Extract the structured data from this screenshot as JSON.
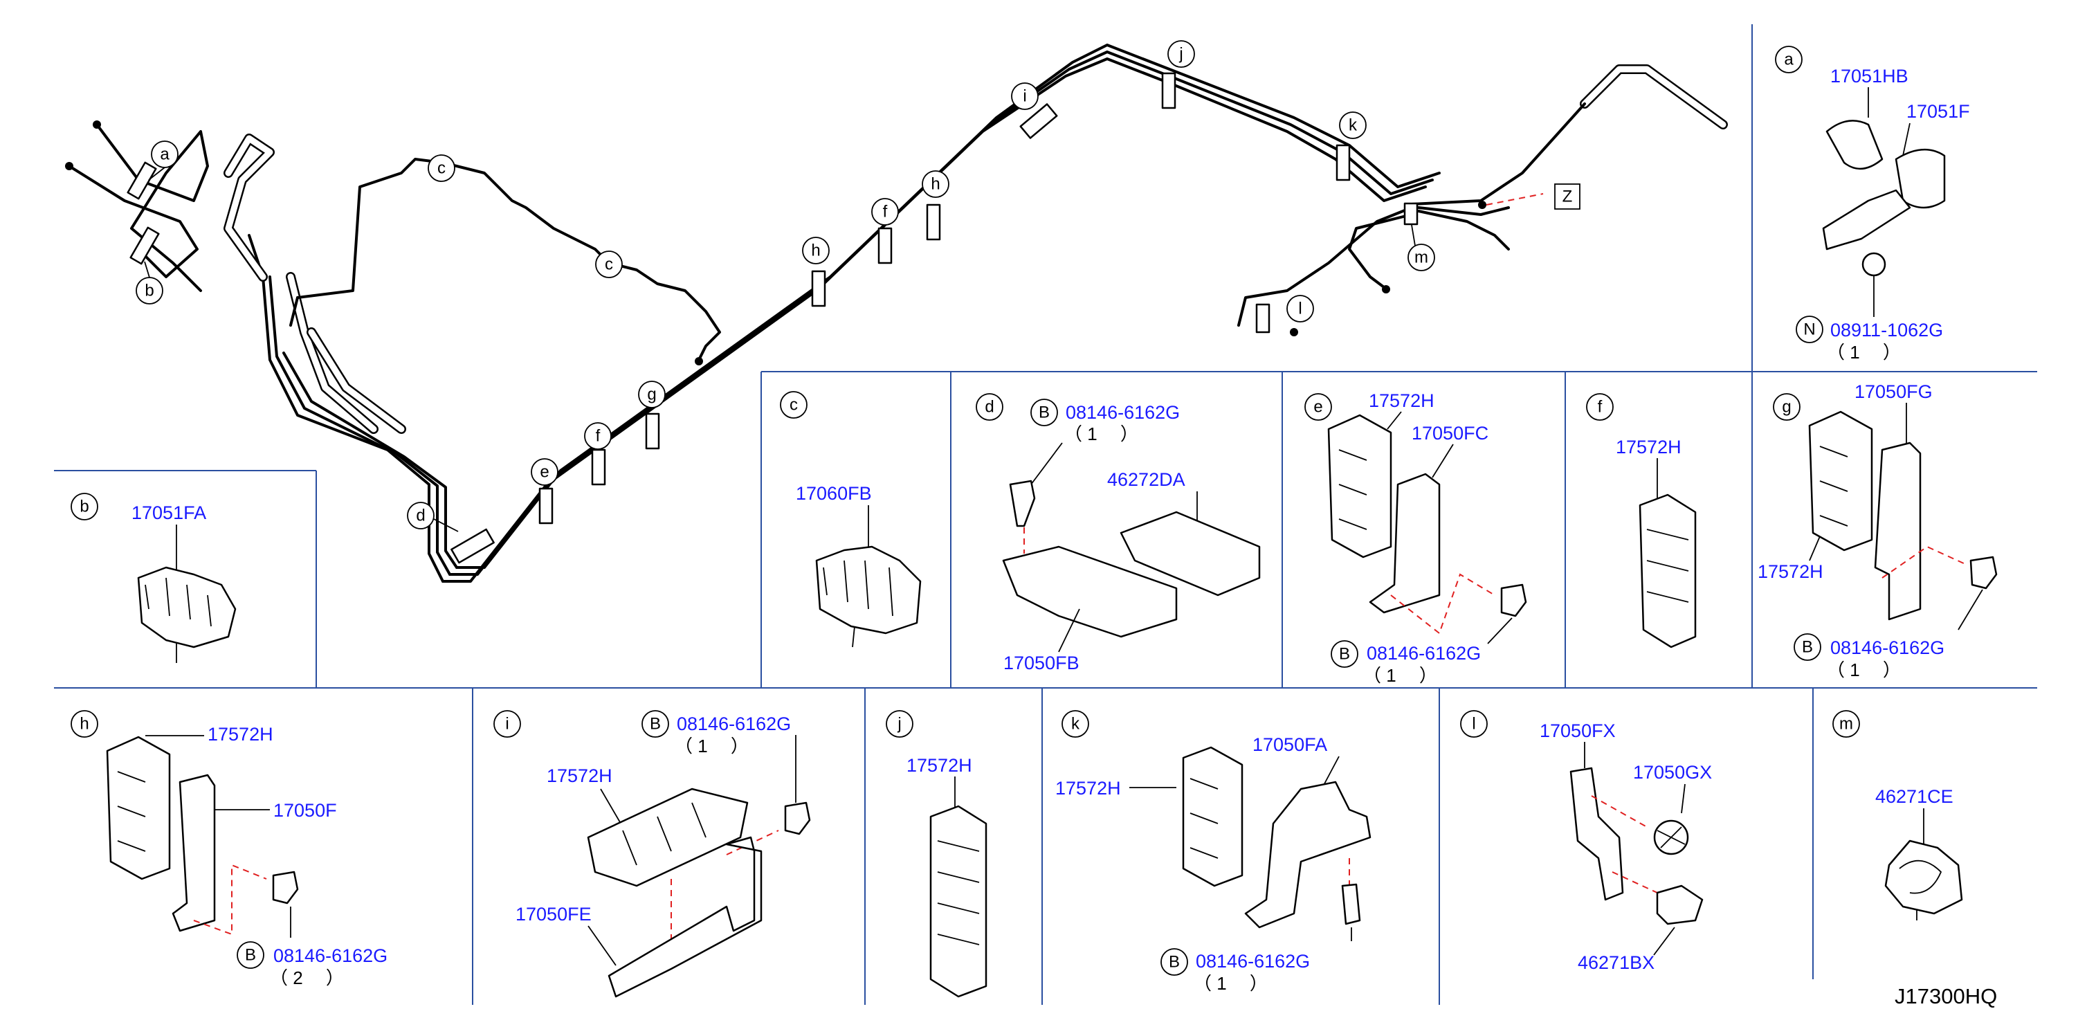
{
  "letters": [
    "a",
    "b",
    "c",
    "d",
    "e",
    "f",
    "g",
    "h",
    "i",
    "j",
    "k",
    "l",
    "m"
  ],
  "overview": {
    "z_label": "Z"
  },
  "panels": {
    "a": {
      "parts": [
        "17051HB",
        "17051F",
        "08911-1062G"
      ],
      "qty": "（ 1 　）",
      "prefix": "N"
    },
    "b": {
      "parts": [
        "17051FA"
      ]
    },
    "c": {
      "parts": [
        "17060FB"
      ]
    },
    "d": {
      "parts": [
        "08146-6162G",
        "46272DA",
        "17050FB"
      ],
      "qty": "（ 1 　）",
      "prefix": "B"
    },
    "e": {
      "parts": [
        "17572H",
        "17050FC",
        "08146-6162G"
      ],
      "qty": "（ 1 　）",
      "prefix": "B"
    },
    "f": {
      "parts": [
        "17572H"
      ]
    },
    "g": {
      "parts": [
        "17050FG",
        "17572H",
        "08146-6162G"
      ],
      "qty": "（ 1 　）",
      "prefix": "B"
    },
    "h": {
      "parts": [
        "17572H",
        "17050F",
        "08146-6162G"
      ],
      "qty": "（ 2 　）",
      "prefix": "B"
    },
    "i": {
      "parts": [
        "08146-6162G",
        "17572H",
        "17050FE"
      ],
      "qty": "（ 1 　）",
      "prefix": "B"
    },
    "j": {
      "parts": [
        "17572H"
      ]
    },
    "k": {
      "parts": [
        "17050FA",
        "17572H",
        "08146-6162G"
      ],
      "qty": "（ 1 　）",
      "prefix": "B"
    },
    "l": {
      "parts": [
        "17050FX",
        "17050GX",
        "46271BX"
      ]
    },
    "m": {
      "parts": [
        "46271CE"
      ]
    }
  },
  "diagram_ref": "J17300HQ"
}
